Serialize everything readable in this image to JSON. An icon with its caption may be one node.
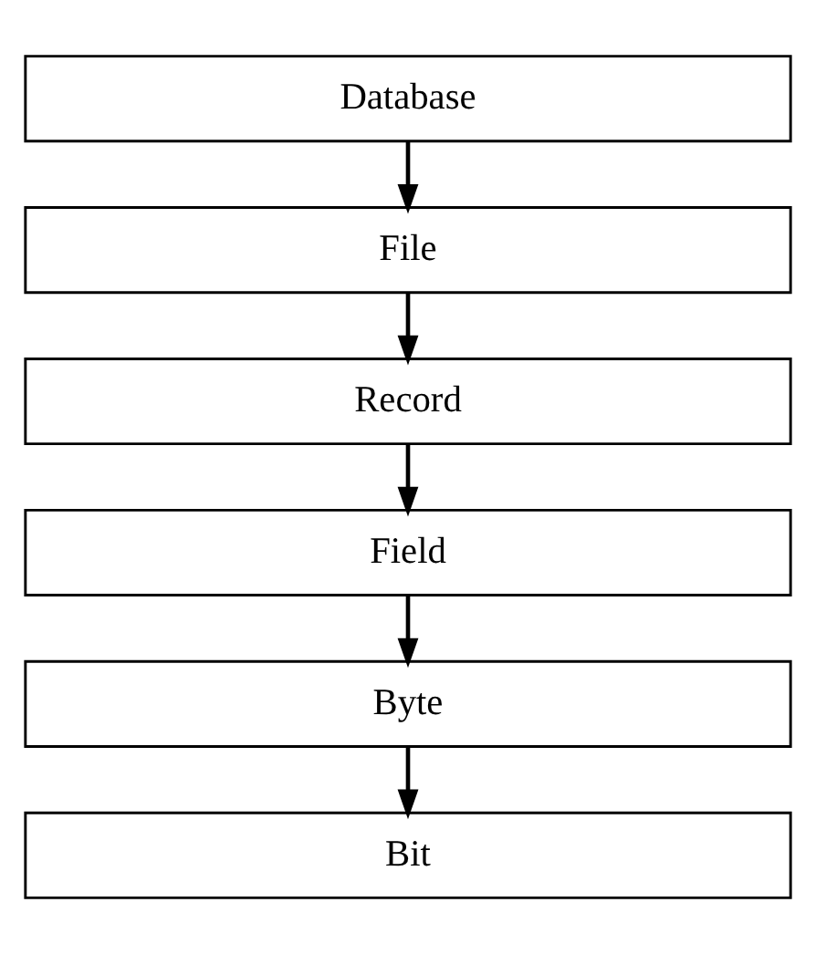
{
  "diagram": {
    "nodes": [
      {
        "text": [
          "Database"
        ]
      },
      {
        "text": [
          "File"
        ]
      },
      {
        "text": [
          "Record"
        ]
      },
      {
        "text": [
          "Field"
        ]
      },
      {
        "text": [
          "Byte"
        ]
      },
      {
        "text": [
          "Bit"
        ]
      }
    ],
    "edges": [
      {
        "from": 0,
        "to": 1,
        "arrow": "to"
      },
      {
        "from": 1,
        "to": 2,
        "arrow": "to"
      },
      {
        "from": 2,
        "to": 3,
        "arrow": "to"
      },
      {
        "from": 3,
        "to": 4,
        "arrow": "to"
      },
      {
        "from": 4,
        "to": 5,
        "arrow": "to"
      }
    ]
  }
}
